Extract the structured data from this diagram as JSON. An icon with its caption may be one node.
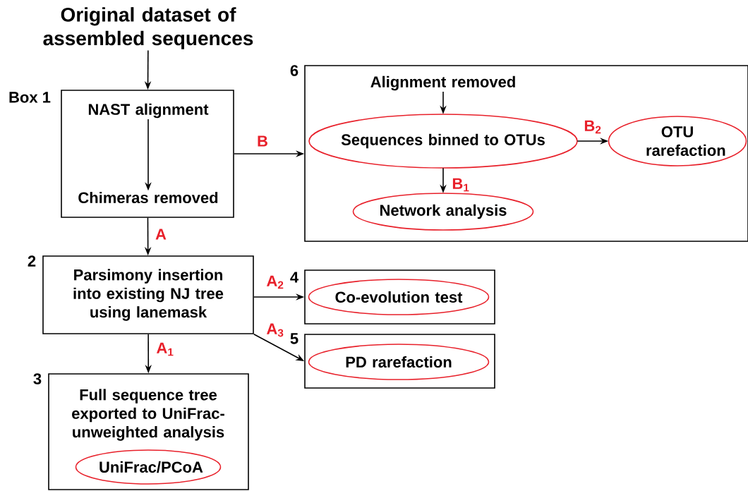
{
  "diagram": {
    "nodes": [
      {
        "text": [
          "Original dataset of assembled sequences"
        ]
      },
      {
        "text": [
          "Box 1"
        ]
      },
      {
        "text": [
          "NAST alignment"
        ],
        "in": 1
      },
      {
        "text": [
          "Chimeras removed"
        ],
        "in": 1
      },
      {
        "text": [
          "2",
          "Parsimony insertion into existing NJ tree using lanemask"
        ]
      },
      {
        "text": [
          "3",
          "Full sequence tree exported to UniFrac-unweighted analysis"
        ]
      },
      {
        "text": [
          "UniFrac/PCoA"
        ],
        "in": 5
      },
      {
        "text": [
          "4"
        ]
      },
      {
        "text": [
          "Co-evolution test"
        ],
        "in": 7
      },
      {
        "text": [
          "5"
        ]
      },
      {
        "text": [
          "PD rarefaction"
        ],
        "in": 9
      },
      {
        "text": [
          "6"
        ]
      },
      {
        "text": [
          "Alignment removed"
        ],
        "in": 11
      },
      {
        "text": [
          "Sequences binned to OTUs"
        ],
        "in": 11
      },
      {
        "text": [
          "OTU rarefaction"
        ],
        "in": 11
      },
      {
        "text": [
          "Network analysis"
        ],
        "in": 11
      }
    ],
    "edges": [
      {
        "from": 0,
        "to": 1,
        "arrow": "to"
      },
      {
        "from": 2,
        "to": 3,
        "arrow": "to"
      },
      {
        "from": 1,
        "to": 11,
        "arrow": "to",
        "label": "B"
      },
      {
        "from": 1,
        "to": 4,
        "arrow": "to",
        "label": "A"
      },
      {
        "from": 4,
        "to": 5,
        "arrow": "to",
        "label": "A$_{1}$"
      },
      {
        "from": 4,
        "to": 7,
        "arrow": "to",
        "label": "A$_{2}$"
      },
      {
        "from": 4,
        "to": 9,
        "arrow": "to",
        "label": "A$_{3}$"
      },
      {
        "from": 12,
        "to": 13,
        "arrow": "to"
      },
      {
        "from": 13,
        "to": 14,
        "arrow": "to",
        "label": "B$_{2}$"
      },
      {
        "from": 13,
        "to": 15,
        "arrow": "to",
        "label": "B$_{1}$"
      }
    ]
  }
}
